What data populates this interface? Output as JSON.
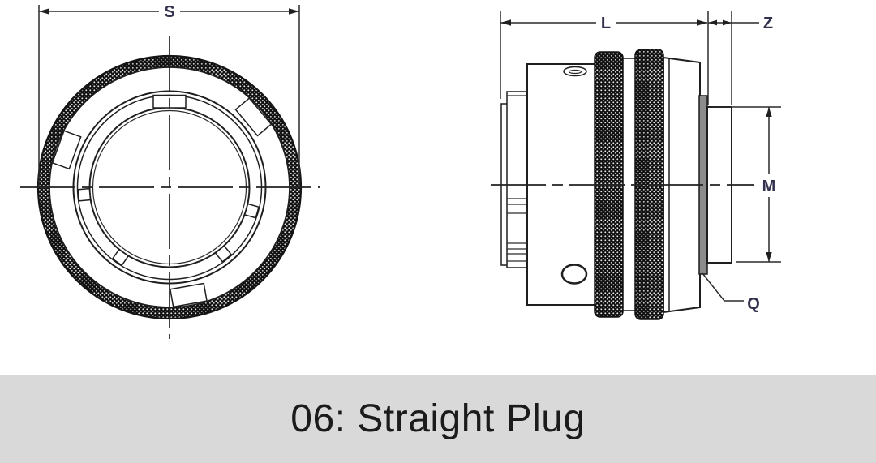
{
  "title": "06: Straight Plug",
  "dimensions": {
    "s": "S",
    "l": "L",
    "z": "Z",
    "m": "M",
    "q": "Q"
  },
  "views": {
    "front": "front-view",
    "side": "side-view"
  },
  "colors": {
    "line": "#1f1f1f",
    "dimension_label": "#32324e",
    "caption_background": "#d9d9d9",
    "caption_text": "#1b1b1b",
    "seal_fill": "#8c8c8c",
    "knurl_fill": "#101010",
    "background": "#ffffff"
  }
}
